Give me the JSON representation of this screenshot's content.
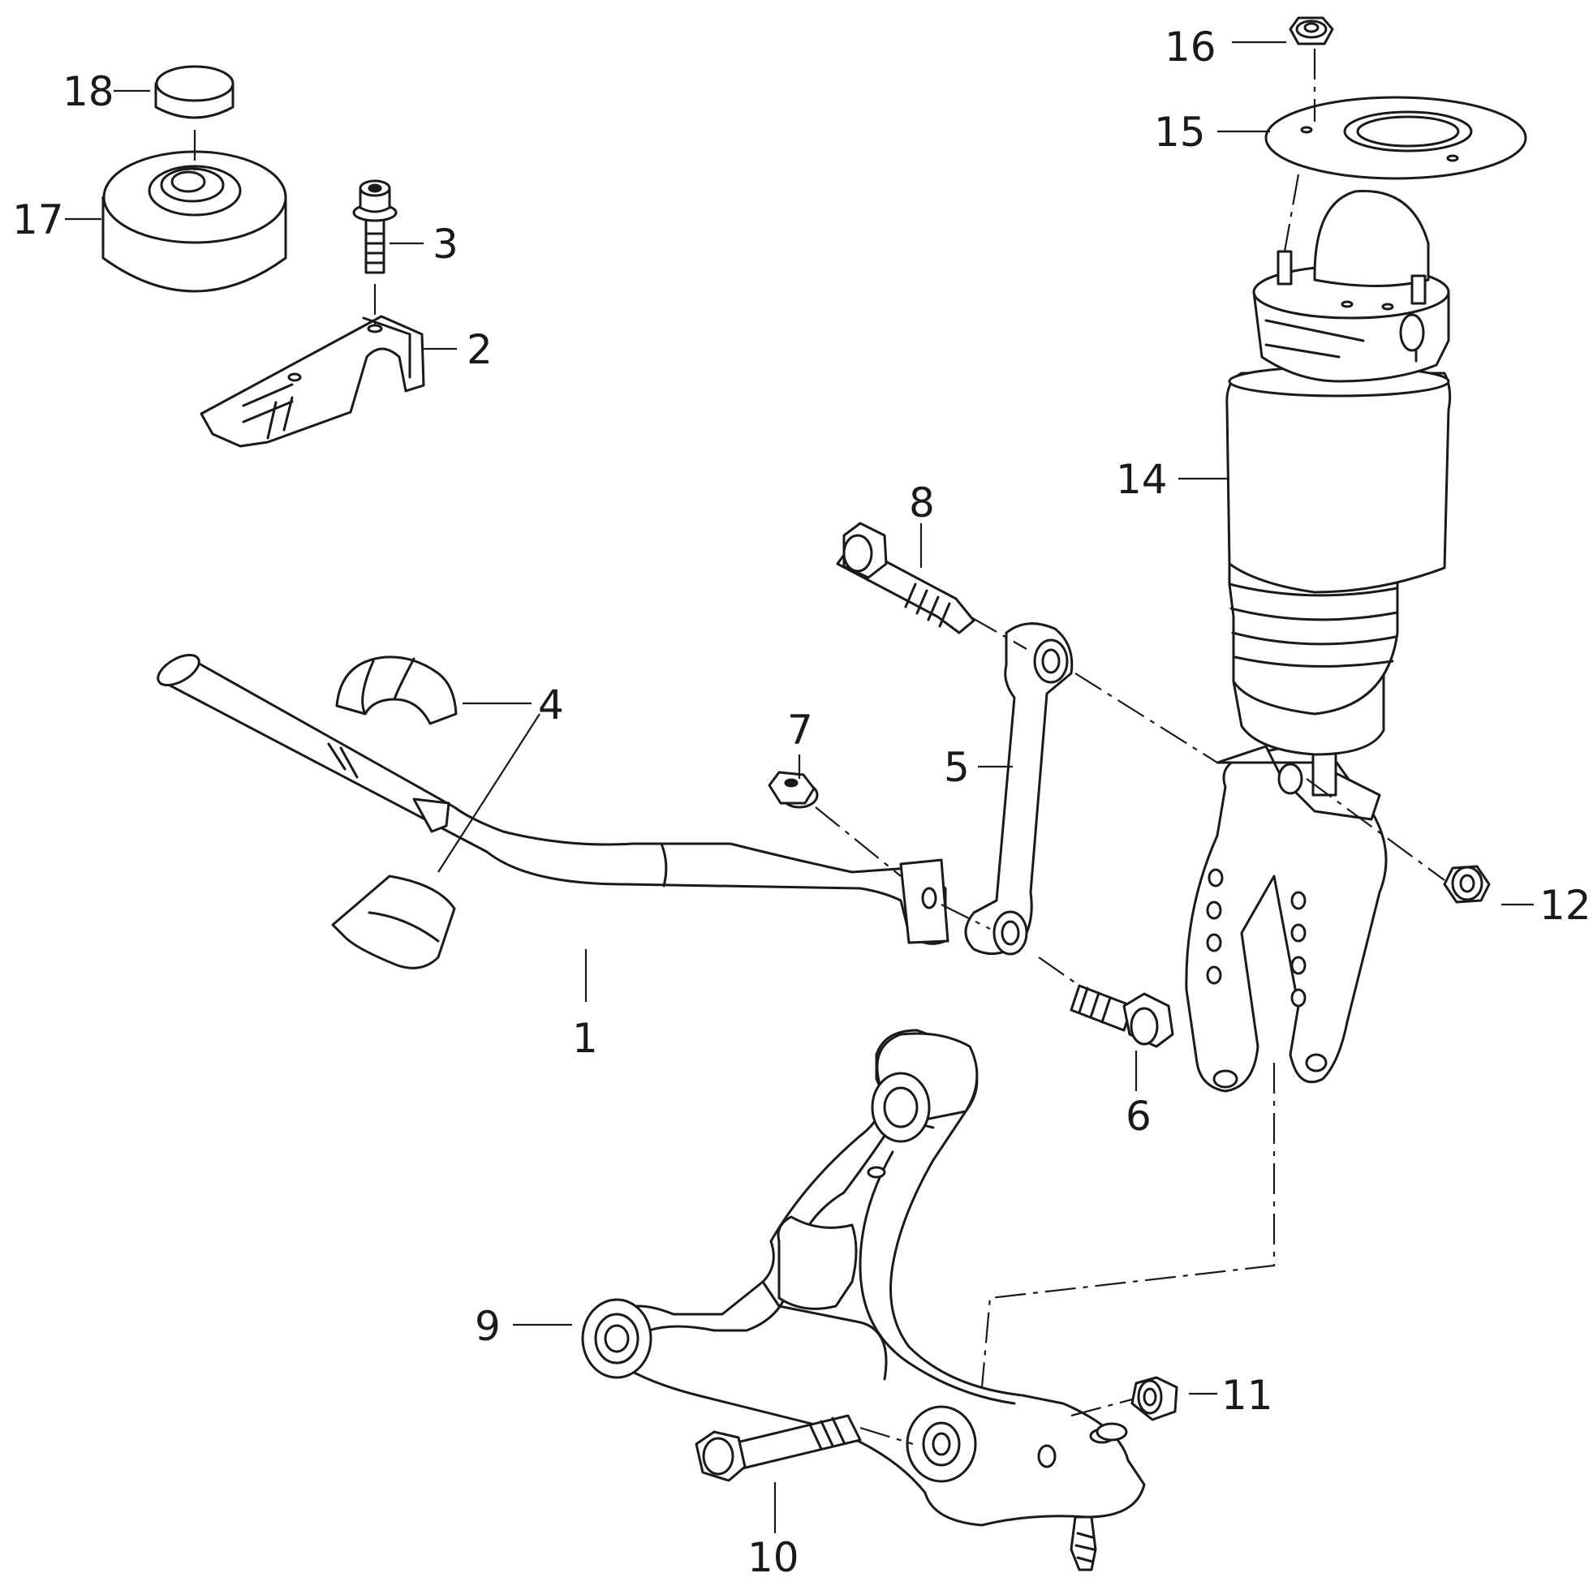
{
  "diagram": {
    "callouts": [
      {
        "id": "c1",
        "text": "1"
      },
      {
        "id": "c2",
        "text": "2"
      },
      {
        "id": "c3",
        "text": "3"
      },
      {
        "id": "c4",
        "text": "4"
      },
      {
        "id": "c5",
        "text": "5"
      },
      {
        "id": "c6",
        "text": "6"
      },
      {
        "id": "c7",
        "text": "7"
      },
      {
        "id": "c8",
        "text": "8"
      },
      {
        "id": "c9",
        "text": "9"
      },
      {
        "id": "c10",
        "text": "10"
      },
      {
        "id": "c11",
        "text": "11"
      },
      {
        "id": "c12",
        "text": "12"
      },
      {
        "id": "c14",
        "text": "14"
      },
      {
        "id": "c15",
        "text": "15"
      },
      {
        "id": "c16",
        "text": "16"
      },
      {
        "id": "c17",
        "text": "17"
      },
      {
        "id": "c18",
        "text": "18"
      }
    ]
  }
}
